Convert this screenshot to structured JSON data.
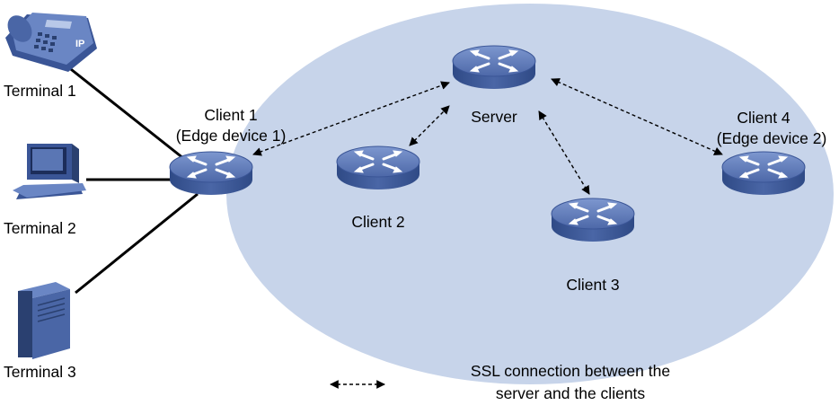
{
  "devices": {
    "server": {
      "label": "Server"
    },
    "client1": {
      "label": "Client 1",
      "sublabel": "(Edge device 1)"
    },
    "client2": {
      "label": "Client 2"
    },
    "client3": {
      "label": "Client 3"
    },
    "client4": {
      "label": "Client 4",
      "sublabel": "(Edge device 2)"
    }
  },
  "terminals": {
    "t1": {
      "label": "Terminal 1",
      "icon": "ip-phone-icon"
    },
    "t2": {
      "label": "Terminal 2",
      "icon": "desktop-pc-icon"
    },
    "t3": {
      "label": "Terminal 3",
      "icon": "server-tower-icon"
    }
  },
  "legend": {
    "line1": "SSL connection between the",
    "line2": "server and the clients"
  },
  "colors": {
    "cloud": "#c7d4ea",
    "router_top": "#5a76b4",
    "router_side": "#3a5596",
    "link": "#000000"
  }
}
